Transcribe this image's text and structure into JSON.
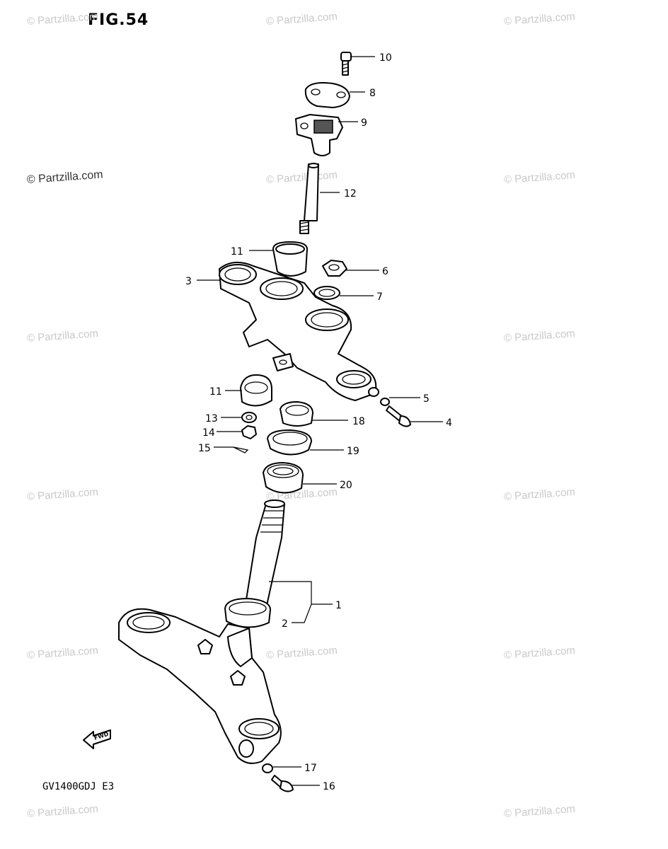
{
  "figure": {
    "title": "FIG.54",
    "model_code": "GV1400GDJ E3"
  },
  "watermarks": {
    "text": "© Partzilla.com",
    "instances": [
      "© Partzilla.com",
      "© Partzilla.com",
      "© Partzilla.com",
      "© Partzilla.com",
      "© Partzilla.com",
      "© Partzilla.com",
      "© Partzilla.com",
      "© Partzilla.com",
      "© Partzilla.com",
      "© Partzilla.com",
      "© Partzilla.com",
      "© Partzilla.com",
      "© Partzilla.com",
      "© Partzilla.com",
      "© Partzilla.com",
      "© Partzilla.com"
    ]
  },
  "fwd_label": "FWD",
  "callouts": [
    "10",
    "8",
    "9",
    "12",
    "11",
    "6",
    "3",
    "7",
    "11",
    "5",
    "13",
    "18",
    "4",
    "14",
    "15",
    "19",
    "20",
    "1",
    "2",
    "17",
    "16"
  ]
}
